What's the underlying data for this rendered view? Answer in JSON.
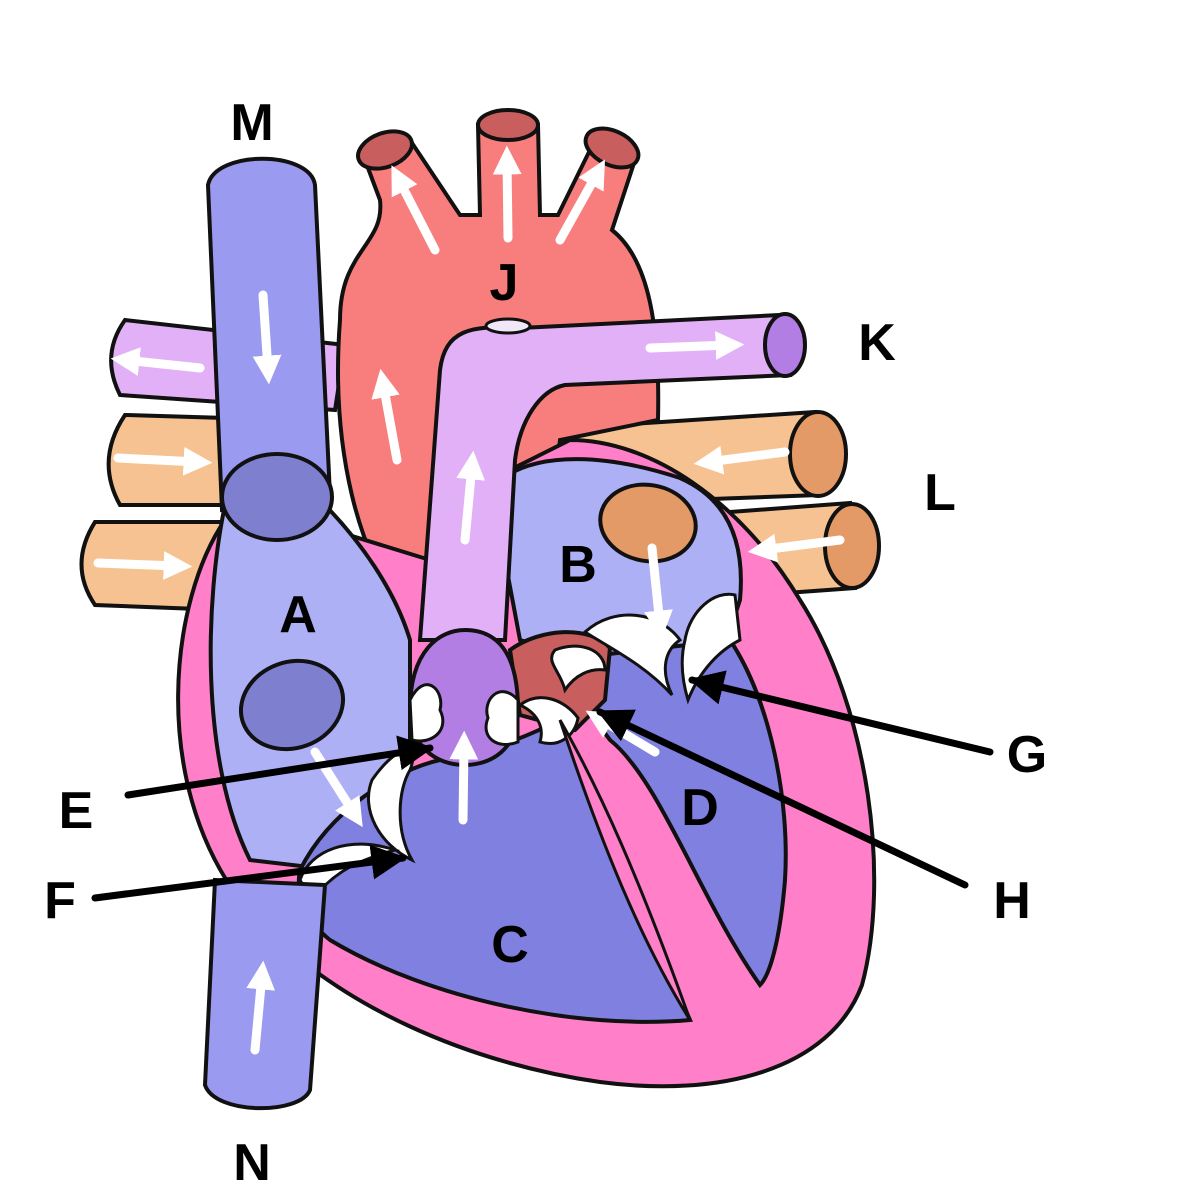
{
  "labels": {
    "a": "A",
    "b": "B",
    "c": "C",
    "d": "D",
    "e": "E",
    "f": "F",
    "g": "G",
    "h": "H",
    "j": "J",
    "k": "K",
    "l": "L",
    "m": "M",
    "n": "N"
  },
  "colors": {
    "deoxygenated": "#9a9af0",
    "right_atrium": "#aeb0f6",
    "ventricle": "#7f80df",
    "aorta": "#f87e7e",
    "aorta_cap": "#c85e5e",
    "pulmonary_artery": "#e2b0f7",
    "pulmonary_cap": "#b27ee3",
    "pulmonary_vein": "#f6c291",
    "pulmonary_vein_cap": "#e39a66",
    "myocardium": "#ff80c8",
    "outline": "#111111",
    "arrow": "#ffffff",
    "pointer": "#000000"
  }
}
